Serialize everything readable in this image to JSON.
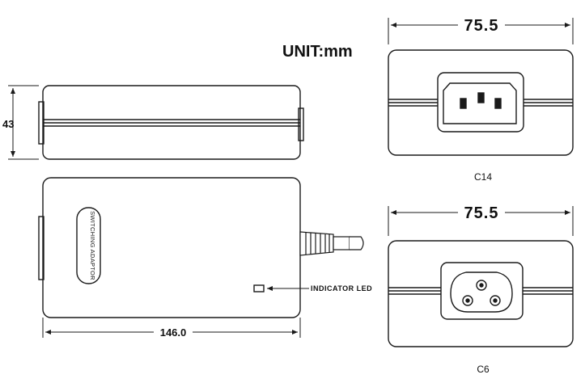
{
  "unit_label": "UNIT:mm",
  "side_view": {
    "height_label": "43"
  },
  "top_view": {
    "width_label": "146.0",
    "badge_text": "SWITCHING ADAPTOR",
    "indicator_label": "INDICATOR LED"
  },
  "end_views": [
    {
      "width_label": "75.5",
      "caption": "C14"
    },
    {
      "width_label": "75.5",
      "caption": "C6"
    }
  ],
  "colors": {
    "line": "#1a1a1a",
    "background": "#ffffff"
  }
}
